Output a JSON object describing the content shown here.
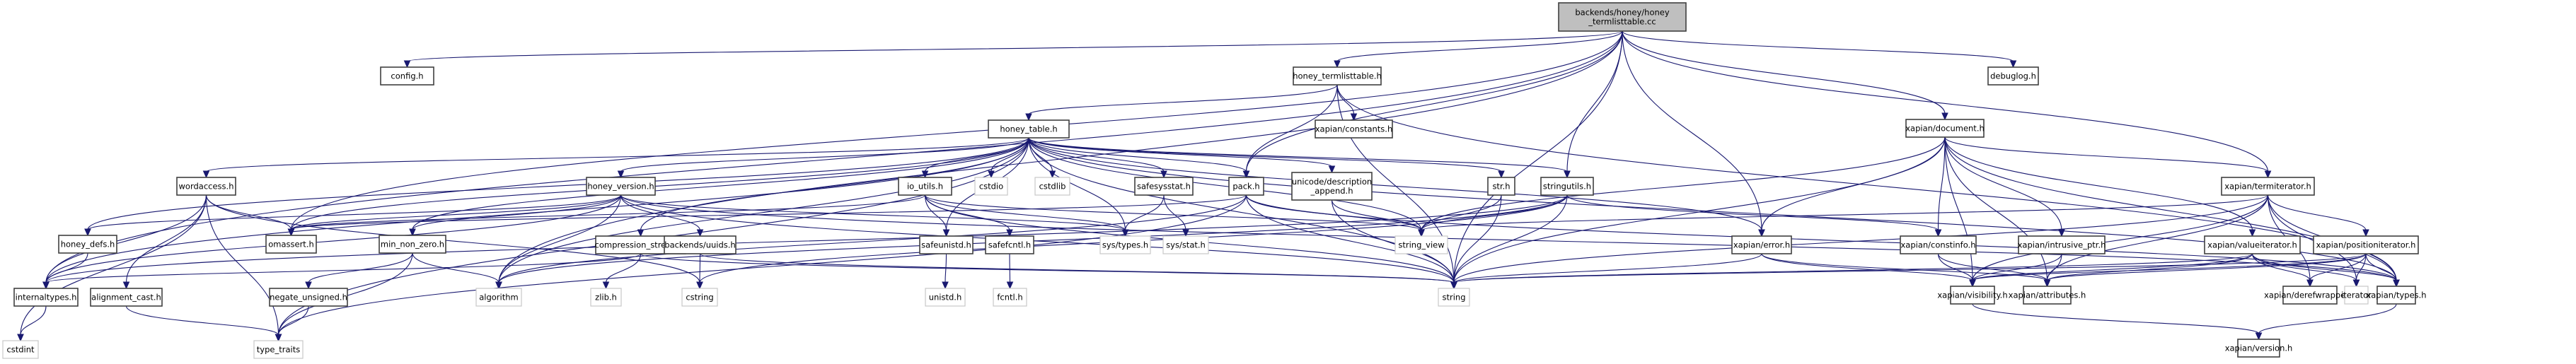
{
  "graph": {
    "title": "backends/honey/honey_termlisttable.cc",
    "type": "include-dependency-graph",
    "edge_color": "#191970",
    "root_fill": "#bfbfbf",
    "nodes": [
      {
        "id": "root",
        "label": [
          "backends/honey/honey",
          "_termlisttable.cc"
        ],
        "kind": "root"
      },
      {
        "id": "config",
        "label": [
          "config.h"
        ],
        "kind": "local"
      },
      {
        "id": "debuglog",
        "label": [
          "debuglog.h"
        ],
        "kind": "local"
      },
      {
        "id": "hterm",
        "label": [
          "honey_termlisttable.h"
        ],
        "kind": "local"
      },
      {
        "id": "htable",
        "label": [
          "honey_table.h"
        ],
        "kind": "local"
      },
      {
        "id": "xconst",
        "label": [
          "xapian/constants.h"
        ],
        "kind": "local"
      },
      {
        "id": "xdoc",
        "label": [
          "xapian/document.h"
        ],
        "kind": "local"
      },
      {
        "id": "wordaccess",
        "label": [
          "wordaccess.h"
        ],
        "kind": "local"
      },
      {
        "id": "hversion",
        "label": [
          "honey_version.h"
        ],
        "kind": "local"
      },
      {
        "id": "ioutils",
        "label": [
          "io_utils.h"
        ],
        "kind": "local"
      },
      {
        "id": "cstdio",
        "label": [
          "cstdio"
        ],
        "kind": "sys"
      },
      {
        "id": "cstdlib",
        "label": [
          "cstdlib"
        ],
        "kind": "sys"
      },
      {
        "id": "safesysstat",
        "label": [
          "safesysstat.h"
        ],
        "kind": "local"
      },
      {
        "id": "pack",
        "label": [
          "pack.h"
        ],
        "kind": "local"
      },
      {
        "id": "unidesc",
        "label": [
          "unicode/description",
          "_append.h"
        ],
        "kind": "local"
      },
      {
        "id": "str",
        "label": [
          "str.h"
        ],
        "kind": "local"
      },
      {
        "id": "stringutils",
        "label": [
          "stringutils.h"
        ],
        "kind": "local"
      },
      {
        "id": "xtermit",
        "label": [
          "xapian/termiterator.h"
        ],
        "kind": "local"
      },
      {
        "id": "honeydefs",
        "label": [
          "honey_defs.h"
        ],
        "kind": "local"
      },
      {
        "id": "omassert",
        "label": [
          "omassert.h"
        ],
        "kind": "local"
      },
      {
        "id": "minnz",
        "label": [
          "min_non_zero.h"
        ],
        "kind": "local"
      },
      {
        "id": "compstream",
        "label": [
          "compression_stream.h"
        ],
        "kind": "local"
      },
      {
        "id": "uuids",
        "label": [
          "backends/uuids.h"
        ],
        "kind": "local"
      },
      {
        "id": "safeunistd",
        "label": [
          "safeunistd.h"
        ],
        "kind": "local"
      },
      {
        "id": "safefcntl",
        "label": [
          "safefcntl.h"
        ],
        "kind": "local"
      },
      {
        "id": "systypes",
        "label": [
          "sys/types.h"
        ],
        "kind": "sys"
      },
      {
        "id": "sysstat",
        "label": [
          "sys/stat.h"
        ],
        "kind": "sys"
      },
      {
        "id": "string_view",
        "label": [
          "string_view"
        ],
        "kind": "sys"
      },
      {
        "id": "xerror",
        "label": [
          "xapian/error.h"
        ],
        "kind": "local"
      },
      {
        "id": "xconstinfo",
        "label": [
          "xapian/constinfo.h"
        ],
        "kind": "local"
      },
      {
        "id": "xintr",
        "label": [
          "xapian/intrusive_ptr.h"
        ],
        "kind": "local"
      },
      {
        "id": "xvalit",
        "label": [
          "xapian/valueiterator.h"
        ],
        "kind": "local"
      },
      {
        "id": "xposit",
        "label": [
          "xapian/positioniterator.h"
        ],
        "kind": "local"
      },
      {
        "id": "internaltypes",
        "label": [
          "internaltypes.h"
        ],
        "kind": "local"
      },
      {
        "id": "aligncast",
        "label": [
          "alignment_cast.h"
        ],
        "kind": "local"
      },
      {
        "id": "negunsigned",
        "label": [
          "negate_unsigned.h"
        ],
        "kind": "local"
      },
      {
        "id": "algorithm",
        "label": [
          "algorithm"
        ],
        "kind": "sys"
      },
      {
        "id": "zlib",
        "label": [
          "zlib.h"
        ],
        "kind": "sys"
      },
      {
        "id": "cstring",
        "label": [
          "cstring"
        ],
        "kind": "sys"
      },
      {
        "id": "unistd",
        "label": [
          "unistd.h"
        ],
        "kind": "sys"
      },
      {
        "id": "fcntl",
        "label": [
          "fcntl.h"
        ],
        "kind": "sys"
      },
      {
        "id": "string",
        "label": [
          "string"
        ],
        "kind": "sys"
      },
      {
        "id": "xvis",
        "label": [
          "xapian/visibility.h"
        ],
        "kind": "local"
      },
      {
        "id": "xattr",
        "label": [
          "xapian/attributes.h"
        ],
        "kind": "local"
      },
      {
        "id": "xderef",
        "label": [
          "xapian/derefwrapper.h"
        ],
        "kind": "local"
      },
      {
        "id": "iterator",
        "label": [
          "iterator"
        ],
        "kind": "sys"
      },
      {
        "id": "xtypes",
        "label": [
          "xapian/types.h"
        ],
        "kind": "local"
      },
      {
        "id": "cstdint",
        "label": [
          "cstdint"
        ],
        "kind": "sys"
      },
      {
        "id": "type_traits",
        "label": [
          "type_traits"
        ],
        "kind": "sys"
      },
      {
        "id": "xversion",
        "label": [
          "xapian/version.h"
        ],
        "kind": "local"
      }
    ],
    "edges": [
      [
        "root",
        "config"
      ],
      [
        "root",
        "debuglog"
      ],
      [
        "root",
        "hterm"
      ],
      [
        "root",
        "xdoc"
      ],
      [
        "root",
        "pack"
      ],
      [
        "root",
        "stringutils"
      ],
      [
        "root",
        "xtermit"
      ],
      [
        "root",
        "xerror"
      ],
      [
        "root",
        "string"
      ],
      [
        "root",
        "omassert"
      ],
      [
        "root",
        "algorithm"
      ],
      [
        "root",
        "internaltypes"
      ],
      [
        "hterm",
        "htable"
      ],
      [
        "hterm",
        "xconst"
      ],
      [
        "hterm",
        "pack"
      ],
      [
        "hterm",
        "string"
      ],
      [
        "hterm",
        "xtypes"
      ],
      [
        "htable",
        "wordaccess"
      ],
      [
        "htable",
        "hversion"
      ],
      [
        "htable",
        "ioutils"
      ],
      [
        "htable",
        "cstdio"
      ],
      [
        "htable",
        "cstdlib"
      ],
      [
        "htable",
        "safesysstat"
      ],
      [
        "htable",
        "pack"
      ],
      [
        "htable",
        "unidesc"
      ],
      [
        "htable",
        "str"
      ],
      [
        "htable",
        "stringutils"
      ],
      [
        "htable",
        "xerror"
      ],
      [
        "htable",
        "honeydefs"
      ],
      [
        "htable",
        "omassert"
      ],
      [
        "htable",
        "compstream"
      ],
      [
        "htable",
        "safeunistd"
      ],
      [
        "htable",
        "systypes"
      ],
      [
        "htable",
        "string_view"
      ],
      [
        "htable",
        "algorithm"
      ],
      [
        "htable",
        "internaltypes"
      ],
      [
        "htable",
        "type_traits"
      ],
      [
        "htable",
        "string"
      ],
      [
        "htable",
        "xtypes"
      ],
      [
        "htable",
        "minnz"
      ],
      [
        "wordaccess",
        "omassert"
      ],
      [
        "wordaccess",
        "internaltypes"
      ],
      [
        "wordaccess",
        "aligncast"
      ],
      [
        "wordaccess",
        "type_traits"
      ],
      [
        "wordaccess",
        "cstdint"
      ],
      [
        "wordaccess",
        "cstring"
      ],
      [
        "hversion",
        "honeydefs"
      ],
      [
        "hversion",
        "omassert"
      ],
      [
        "hversion",
        "minnz"
      ],
      [
        "hversion",
        "uuids"
      ],
      [
        "hversion",
        "string"
      ],
      [
        "hversion",
        "internaltypes"
      ],
      [
        "hversion",
        "systypes"
      ],
      [
        "hversion",
        "algorithm"
      ],
      [
        "hversion",
        "xtypes"
      ],
      [
        "ioutils",
        "safeunistd"
      ],
      [
        "ioutils",
        "safefcntl"
      ],
      [
        "ioutils",
        "systypes"
      ],
      [
        "ioutils",
        "string"
      ],
      [
        "ioutils",
        "string_view"
      ],
      [
        "ioutils",
        "omassert"
      ],
      [
        "safesysstat",
        "systypes"
      ],
      [
        "safesysstat",
        "sysstat"
      ],
      [
        "pack",
        "string"
      ],
      [
        "pack",
        "string_view"
      ],
      [
        "pack",
        "omassert"
      ],
      [
        "pack",
        "type_traits"
      ],
      [
        "pack",
        "algorithm"
      ],
      [
        "pack",
        "xtypes"
      ],
      [
        "unidesc",
        "string"
      ],
      [
        "unidesc",
        "string_view"
      ],
      [
        "str",
        "string"
      ],
      [
        "str",
        "string_view"
      ],
      [
        "stringutils",
        "string"
      ],
      [
        "stringutils",
        "string_view"
      ],
      [
        "stringutils",
        "algorithm"
      ],
      [
        "stringutils",
        "cstring"
      ],
      [
        "stringutils",
        "xconstinfo"
      ],
      [
        "stringutils",
        "internaltypes"
      ],
      [
        "honeydefs",
        "internaltypes"
      ],
      [
        "minnz",
        "type_traits"
      ],
      [
        "minnz",
        "negunsigned"
      ],
      [
        "minnz",
        "algorithm"
      ],
      [
        "negunsigned",
        "type_traits"
      ],
      [
        "aligncast",
        "type_traits"
      ],
      [
        "internaltypes",
        "cstdint"
      ],
      [
        "compstream",
        "zlib"
      ],
      [
        "compstream",
        "string"
      ],
      [
        "compstream",
        "internaltypes"
      ],
      [
        "uuids",
        "cstring"
      ],
      [
        "uuids",
        "string"
      ],
      [
        "safeunistd",
        "unistd"
      ],
      [
        "safefcntl",
        "fcntl"
      ],
      [
        "xerror",
        "string"
      ],
      [
        "xerror",
        "xattr"
      ],
      [
        "xerror",
        "xvis"
      ],
      [
        "xdoc",
        "xtermit"
      ],
      [
        "xdoc",
        "xvalit"
      ],
      [
        "xdoc",
        "xintr"
      ],
      [
        "xdoc",
        "xconstinfo"
      ],
      [
        "xdoc",
        "xtypes"
      ],
      [
        "xdoc",
        "xvis"
      ],
      [
        "xdoc",
        "xattr"
      ],
      [
        "xdoc",
        "string"
      ],
      [
        "xdoc",
        "string_view"
      ],
      [
        "xdoc",
        "xerror"
      ],
      [
        "xtermit",
        "xposit"
      ],
      [
        "xtermit",
        "xderef"
      ],
      [
        "xtermit",
        "iterator"
      ],
      [
        "xtermit",
        "string"
      ],
      [
        "xtermit",
        "string_view"
      ],
      [
        "xtermit",
        "xattr"
      ],
      [
        "xtermit",
        "xvis"
      ],
      [
        "xtermit",
        "xtypes"
      ],
      [
        "xconstinfo",
        "xvis"
      ],
      [
        "xconstinfo",
        "xattr"
      ],
      [
        "xintr",
        "xvis"
      ],
      [
        "xintr",
        "xattr"
      ],
      [
        "xvalit",
        "xderef"
      ],
      [
        "xvalit",
        "iterator"
      ],
      [
        "xvalit",
        "string"
      ],
      [
        "xvalit",
        "xattr"
      ],
      [
        "xvalit",
        "xvis"
      ],
      [
        "xvalit",
        "xtypes"
      ],
      [
        "xposit",
        "xderef"
      ],
      [
        "xposit",
        "iterator"
      ],
      [
        "xposit",
        "string"
      ],
      [
        "xposit",
        "xattr"
      ],
      [
        "xposit",
        "xvis"
      ],
      [
        "xposit",
        "xtypes"
      ],
      [
        "xvis",
        "xversion"
      ],
      [
        "xtypes",
        "xversion"
      ]
    ]
  }
}
